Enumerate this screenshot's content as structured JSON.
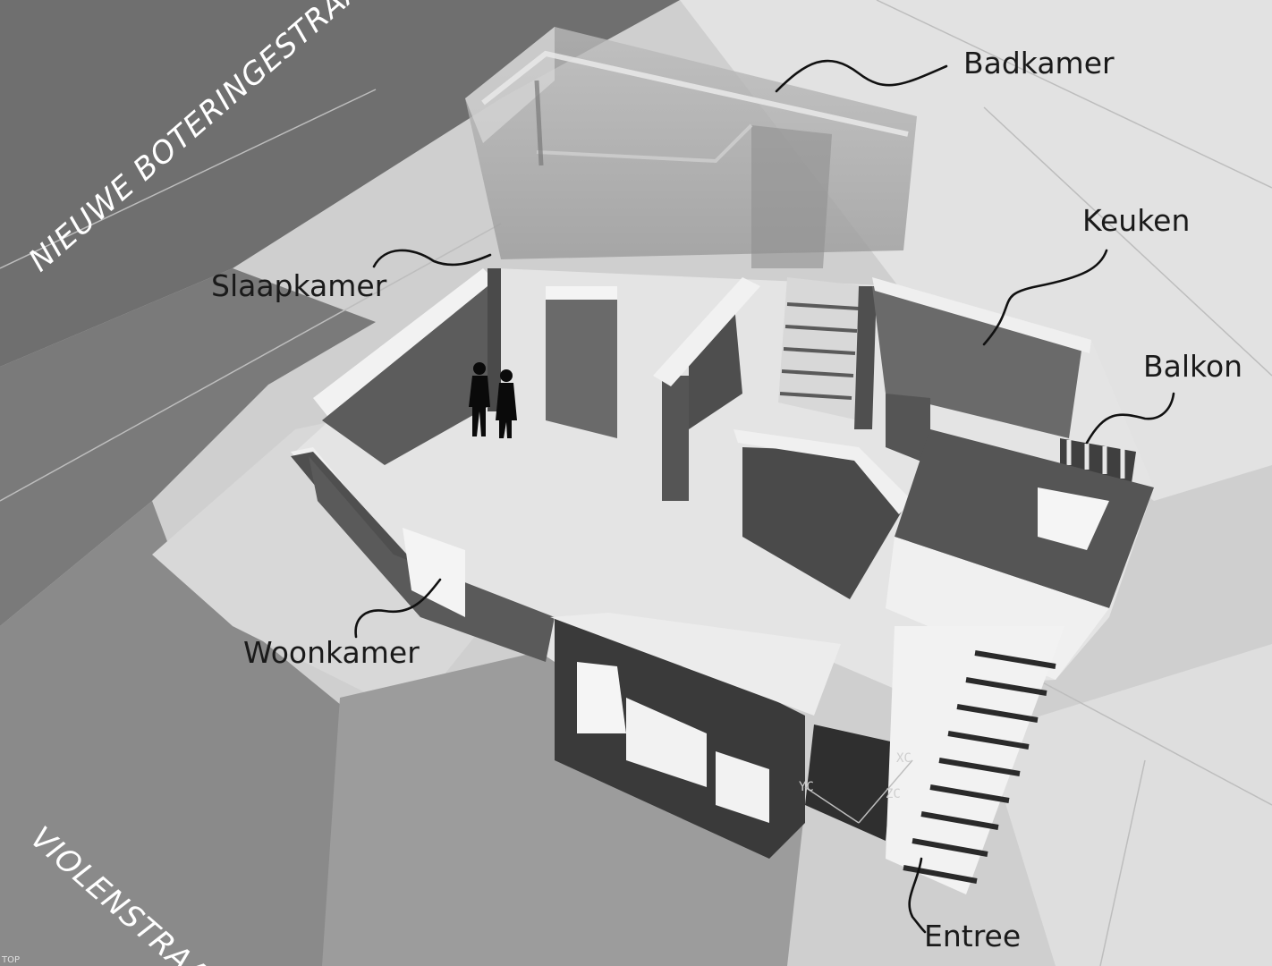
{
  "streets": {
    "nieuwe_boteringestraat": "NIEUWE BOTERINGESTRAAT",
    "violenstraat": "VIOLENSTRAAT"
  },
  "rooms": {
    "badkamer": "Badkamer",
    "keuken": "Keuken",
    "balkon": "Balkon",
    "slaapkamer": "Slaapkamer",
    "woonkamer": "Woonkamer",
    "entree": "Entree"
  },
  "axes": {
    "xc": "XC",
    "yc": "YC",
    "zc": "ZC"
  },
  "view_label": "TOP",
  "colors": {
    "ground_light": "#d4d4d4",
    "street_dark": "#6b6b6b",
    "wall": "#5e5e5e",
    "floor": "#e2e2e2",
    "label": "#1a1a1a"
  }
}
